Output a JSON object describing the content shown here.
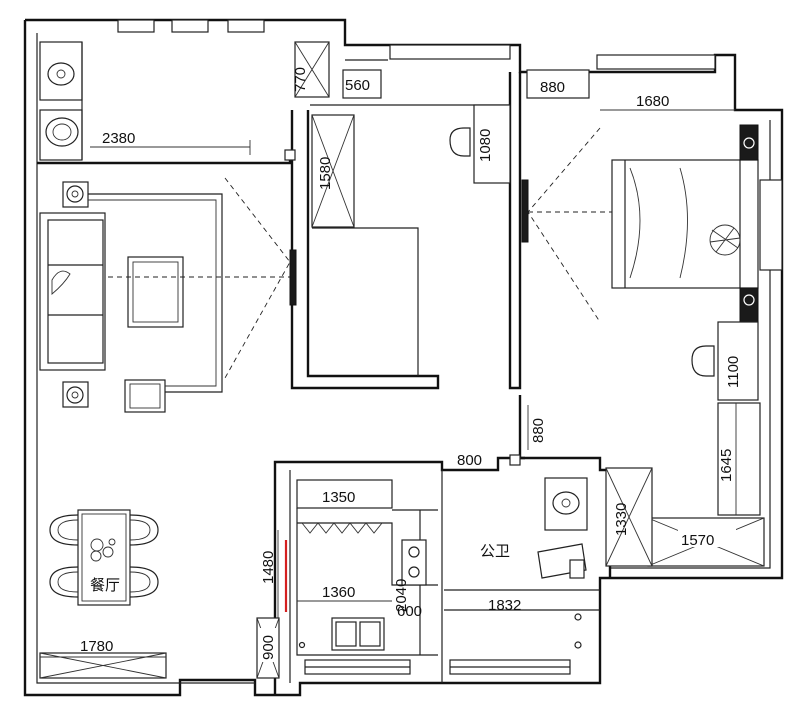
{
  "dimensions": {
    "d770": "770",
    "d560": "560",
    "d880_top": "880",
    "d1680": "1680",
    "d2380": "2380",
    "d1080": "1080",
    "d1580": "1580",
    "d1100": "1100",
    "d880_mid": "880",
    "d800": "800",
    "d1645": "1645",
    "d1350": "1350",
    "d1330": "1330",
    "d1570": "1570",
    "d1480": "1480",
    "d2040": "2040",
    "d1360": "1360",
    "d600": "600",
    "d1832": "1832",
    "d900": "900",
    "d1780": "1780"
  },
  "rooms": {
    "bathroom": "公卫",
    "dining": "餐厅"
  },
  "colors": {
    "wall": "#111111",
    "door_red": "#d41f1f"
  }
}
